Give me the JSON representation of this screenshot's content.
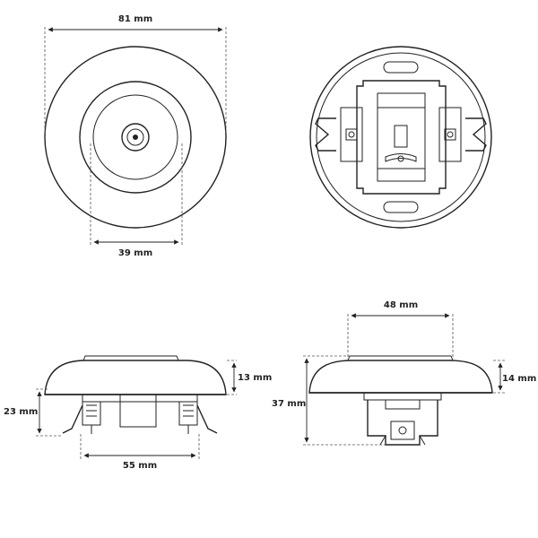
{
  "drawing": {
    "front_width_label": "81 mm",
    "inner_diameter_label": "39 mm",
    "top_width_label": "48 mm",
    "plate_height_label": "13 mm",
    "left_height_label": "23 mm",
    "base_width_label": "55 mm",
    "plate_height_right_label": "14 mm",
    "total_height_label": "37 mm"
  },
  "colors": {
    "line": "#222222",
    "dash": "#555555",
    "background": "#ffffff"
  }
}
